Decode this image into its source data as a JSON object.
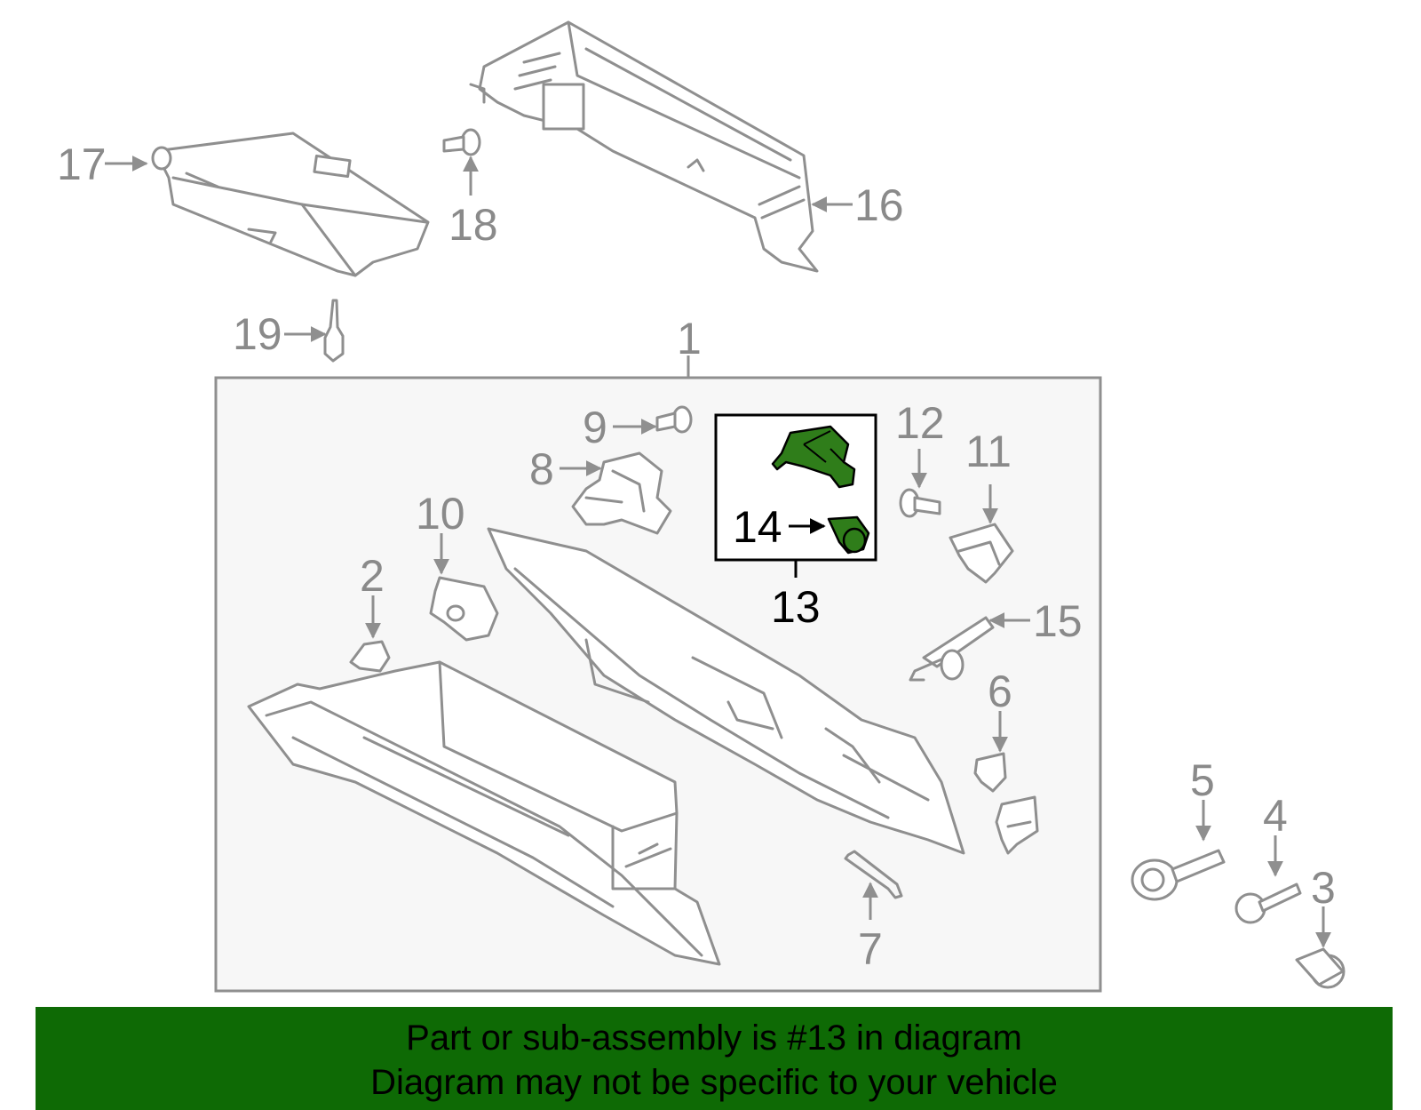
{
  "callouts": {
    "c1": "1",
    "c2": "2",
    "c3": "3",
    "c4": "4",
    "c5": "5",
    "c6": "6",
    "c7": "7",
    "c8": "8",
    "c9": "9",
    "c10": "10",
    "c11": "11",
    "c12": "12",
    "c13": "13",
    "c14": "14",
    "c15": "15",
    "c16": "16",
    "c17": "17",
    "c18": "18",
    "c19": "19"
  },
  "highlighted_part": "13",
  "colors": {
    "highlight_fill": "#2f7d1a",
    "banner_background": "#0e6a05",
    "callout_gray": "#8a8a8a",
    "outline_gray": "#8f8f8f"
  },
  "banner": {
    "line1": "Part or sub-assembly is #13 in diagram",
    "line2": "Diagram may not be specific to your vehicle"
  }
}
